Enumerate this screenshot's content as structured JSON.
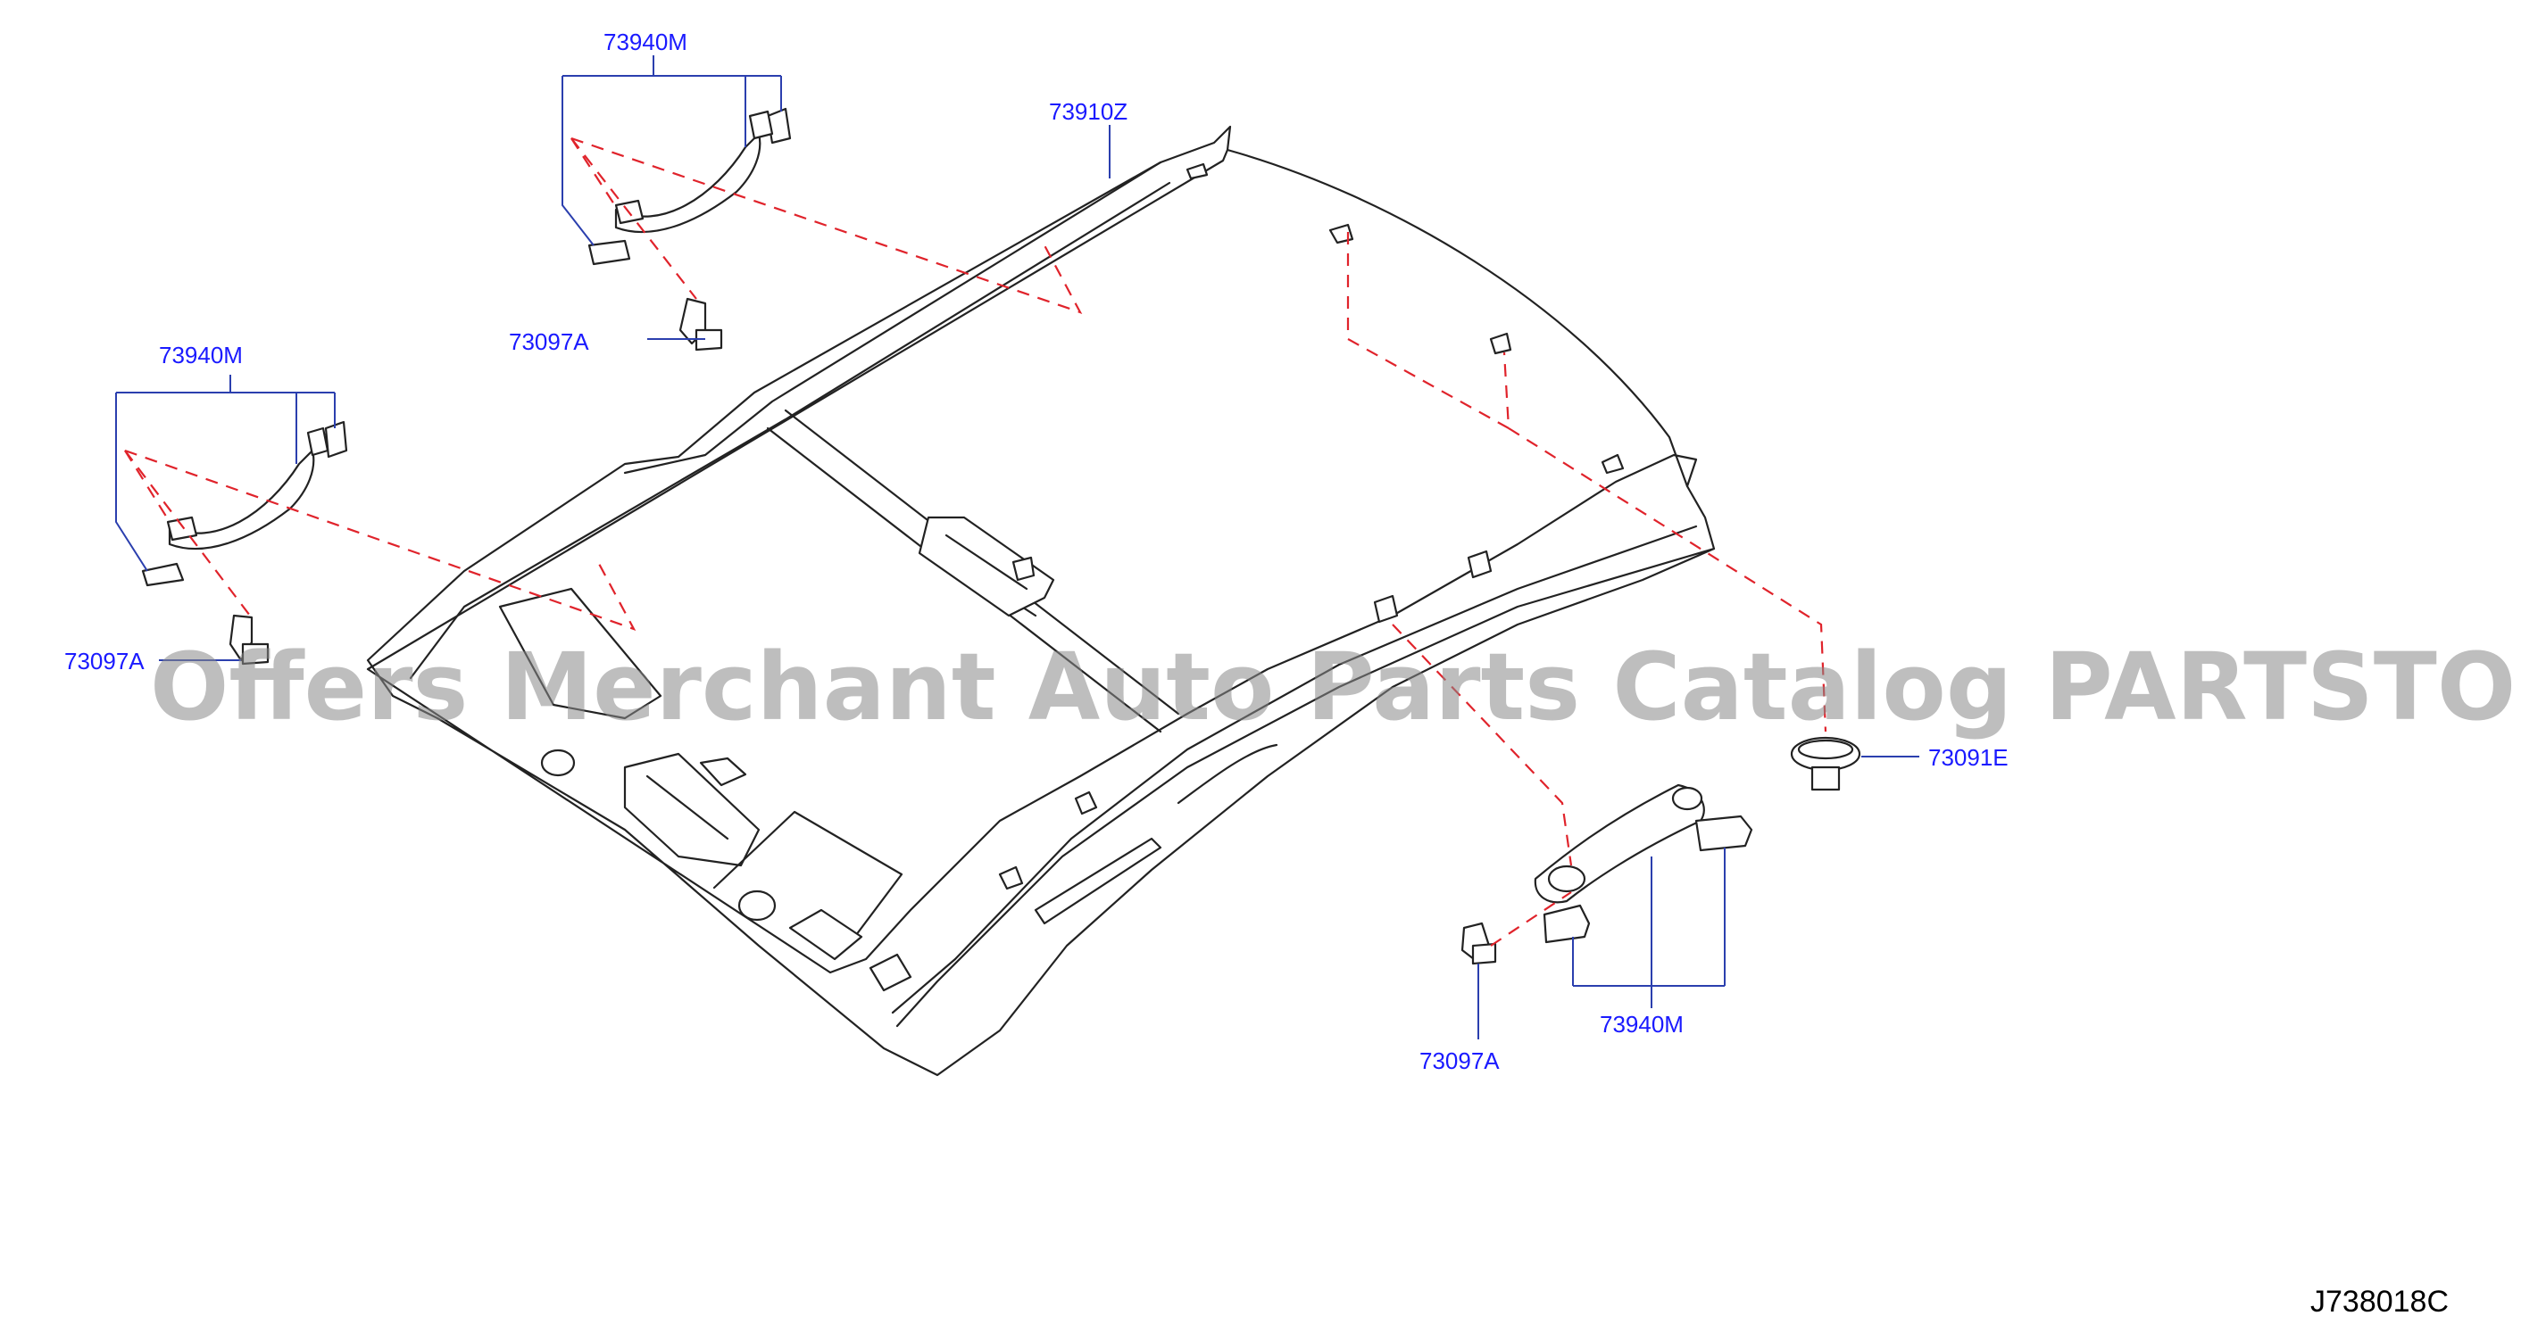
{
  "parts": {
    "headlining": "73910Z",
    "grip_upper": "73940M",
    "grip_left": "73940M",
    "grip_right": "73940M",
    "clip_upper": "73097A",
    "clip_left": "73097A",
    "clip_right": "73097A",
    "clip_73091e": "73091E"
  },
  "diagram_code": "J738018C",
  "watermark": "Offers Merchant Auto Parts Catalog PARTSTORE.SA",
  "colors": {
    "label": "#1a1aff",
    "leader_line": "#2b3fae",
    "dashed_line": "#e0232b",
    "outline": "#222222"
  }
}
